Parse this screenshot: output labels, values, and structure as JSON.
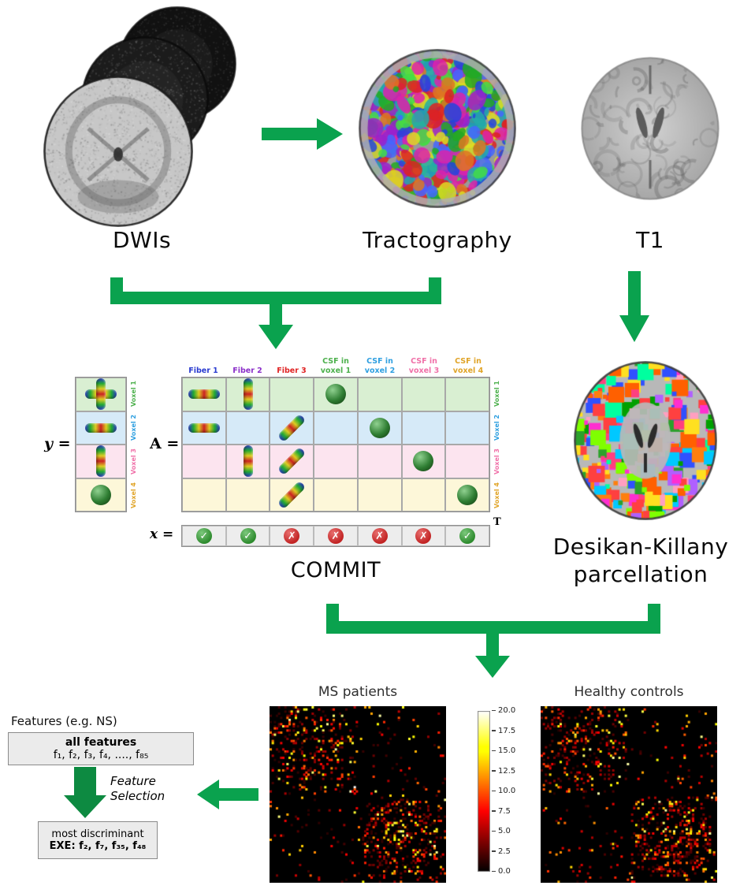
{
  "colors": {
    "arrow_green": "#0aa24e",
    "feature_arrow_green": "#0d8a41"
  },
  "top": {
    "dwis_label": "DWIs",
    "tractography_label": "Tractography",
    "t1_label": "T1"
  },
  "commit": {
    "y_symbol": "y =",
    "a_symbol": "A =",
    "x_symbol": "x =",
    "transpose": "T",
    "title": "COMMIT",
    "col_headers": [
      {
        "label": "Fiber 1",
        "color": "#2a3bd0"
      },
      {
        "label": "Fiber 2",
        "color": "#8b2fc9"
      },
      {
        "label": "Fiber 3",
        "color": "#e02424"
      },
      {
        "label": "CSF in\nvoxel 1",
        "color": "#4cb04c"
      },
      {
        "label": "CSF in\nvoxel 2",
        "color": "#2e9fe0"
      },
      {
        "label": "CSF in\nvoxel 3",
        "color": "#f070a8"
      },
      {
        "label": "CSF in\nvoxel 4",
        "color": "#e0a428"
      }
    ],
    "row_labels": [
      "Voxel 1",
      "Voxel 2",
      "Voxel 3",
      "Voxel 4"
    ],
    "row_label_colors": [
      "#4cb04c",
      "#2e9fe0",
      "#f070a8",
      "#e0a428"
    ],
    "row_colors": [
      "#d9efd2",
      "#d6eaf8",
      "#fce4ef",
      "#fdf7d9"
    ],
    "y_cells": [
      "fiber-x",
      "fiber-h",
      "fiber-v",
      "sphere"
    ],
    "a_cells": [
      [
        "fiber-h",
        "fiber-v",
        "",
        "sphere",
        "",
        "",
        ""
      ],
      [
        "fiber-h",
        "",
        "fiber-d",
        "",
        "sphere",
        "",
        ""
      ],
      [
        "",
        "fiber-v",
        "fiber-d",
        "",
        "",
        "sphere",
        ""
      ],
      [
        "",
        "",
        "fiber-d",
        "",
        "",
        "",
        "sphere"
      ]
    ],
    "x_cells": [
      "check",
      "check",
      "cross",
      "cross",
      "cross",
      "cross",
      "check"
    ]
  },
  "parcellation": {
    "line1": "Desikan-Killany",
    "line2": "parcellation"
  },
  "matrices": {
    "ms_title": "MS patients",
    "hc_title": "Healthy controls",
    "colorbar_ticks": [
      "20.0",
      "17.5",
      "15.0",
      "12.5",
      "10.0",
      "7.5",
      "5.0",
      "2.5",
      "0.0"
    ]
  },
  "features": {
    "header": "Features (e.g. NS)",
    "all_title": "all features",
    "all_list": "f₁, f₂, f₃, f₄, ...., f₈₅",
    "selection_label": "Feature\nSelection",
    "best_title": "most discriminant",
    "best_list": "EXE: f₂, f₇, f₃₅, f₄₈"
  }
}
